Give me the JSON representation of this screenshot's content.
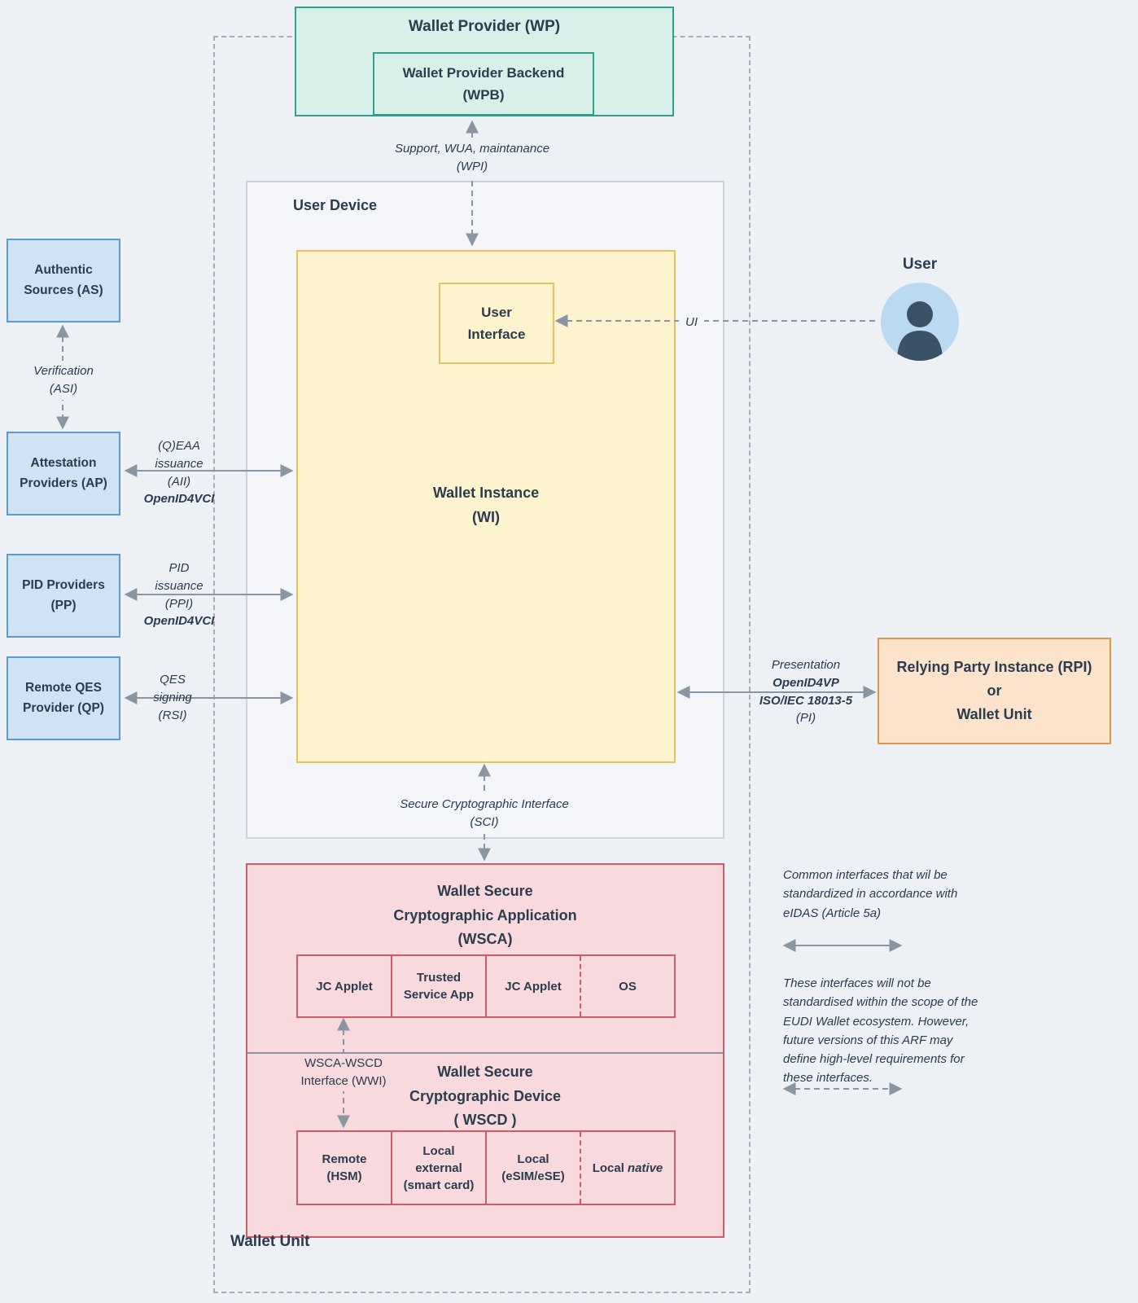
{
  "colors": {
    "background": "#edf0f5",
    "teal_border": "#2fa08c",
    "teal_fill": "#d9f0ea",
    "yellow_border": "#e2c45c",
    "yellow_fill": "#fdf3cf",
    "blue_border": "#5b9bd5",
    "blue_fill": "#cfe3f5",
    "orange_border": "#e2944d",
    "orange_fill": "#fbe4cb",
    "pink_border": "#cc5a68",
    "pink_fill": "#f8d9de",
    "arrow": "#8995a1",
    "text": "#2b3c4e"
  },
  "wallet_provider": {
    "title": "Wallet Provider (WP)",
    "backend_label": "Wallet Provider Backend\n(WPB)"
  },
  "user_device": {
    "title": "User Device"
  },
  "wallet_instance": {
    "title": "Wallet Instance\n(WI)",
    "user_interface_label": "User\nInterface"
  },
  "user": {
    "label": "User"
  },
  "wallet_unit_label": "Wallet Unit",
  "relying_party": {
    "label": "Relying Party Instance (RPI)\nor\nWallet Unit"
  },
  "providers": [
    {
      "label": "Authentic\nSources (AS)"
    },
    {
      "label": "Attestation\nProviders  (AP)"
    },
    {
      "label": "PID Providers\n(PP)"
    },
    {
      "label": "Remote QES\nProvider (QP)"
    }
  ],
  "interfaces": {
    "wpi": "Support, WUA, maintanance\n(WPI)",
    "asi": "Verification\n(ASI)",
    "aii": {
      "text": "(Q)EAA\nissuance\n(AII)",
      "protocol": "OpenID4VCI"
    },
    "ppi": {
      "text": "PID\nissuance\n(PPI)",
      "protocol": "OpenID4VCI"
    },
    "rsi": "QES\nsigning\n(RSI)",
    "ui": "UI",
    "pi": {
      "text": "Presentation",
      "protocols": "OpenID4VP\nISO/IEC 18013-5",
      "suffix": "(PI)"
    },
    "sci": "Secure Cryptographic Interface\n(SCI)",
    "wwi": "WSCA-WSCD\nInterface (WWI)"
  },
  "wsca": {
    "title": "Wallet Secure\nCryptographic Application\n(WSCA)",
    "cells": [
      {
        "label": "JC Applet"
      },
      {
        "label": "Trusted\nService App"
      },
      {
        "label": "JC Applet"
      },
      {
        "label": "OS"
      }
    ]
  },
  "wscd": {
    "title": "Wallet Secure\nCryptographic Device\n( WSCD )",
    "cells": [
      {
        "label": "Remote\n(HSM)"
      },
      {
        "label": "Local\nexternal\n(smart card)"
      },
      {
        "label": "Local\n(eSIM/eSE)"
      },
      {
        "label": "Local",
        "italic": "native"
      }
    ]
  },
  "notes": [
    {
      "text": "Common interfaces that wil be standardized  in accordance with eIDAS (Article 5a)"
    },
    {
      "text": "These interfaces will not be standardised within the scope of the EUDI Wallet ecosystem. However, future  versions of this ARF may define high-level requirements for these  interfaces."
    }
  ]
}
